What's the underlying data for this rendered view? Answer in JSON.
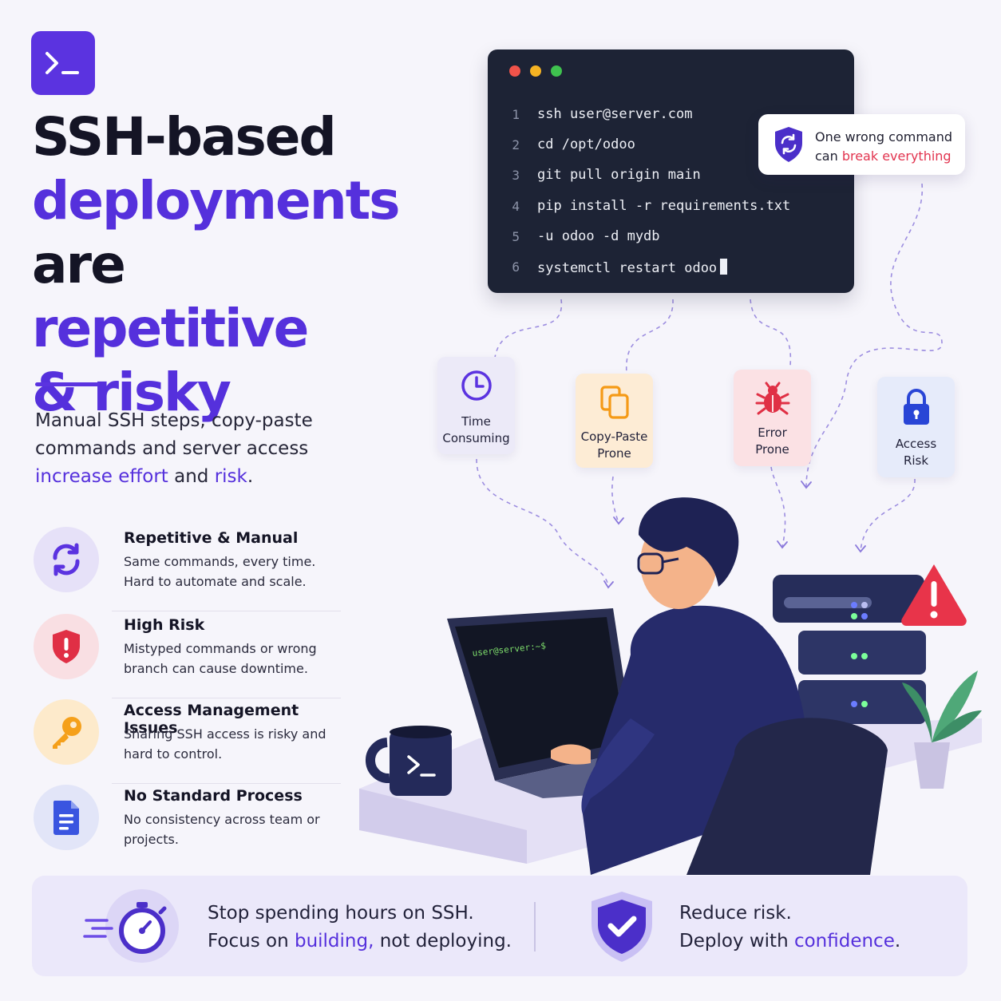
{
  "headline": {
    "line1": "SSH-based",
    "line2": "deployments",
    "line3_a": "are ",
    "line3_b": "repetitive",
    "line4": "& risky"
  },
  "intro": {
    "part1": "Manual SSH steps, copy-paste commands and server access ",
    "hl1": "increase effort",
    "mid": " and ",
    "hl2": "risk",
    "end": "."
  },
  "features": [
    {
      "icon": "refresh-icon",
      "title": "Repetitive & Manual",
      "desc": "Same commands, every time. Hard to automate and scale.",
      "color": "#5b33e0"
    },
    {
      "icon": "shield-alert-icon",
      "title": "High Risk",
      "desc": "Mistyped commands or wrong branch can cause downtime.",
      "color": "#e02f45"
    },
    {
      "icon": "key-icon",
      "title": "Access Management Issues",
      "desc": "Sharing SSH access is risky and hard to control.",
      "color": "#f5a01a"
    },
    {
      "icon": "document-icon",
      "title": "No Standard Process",
      "desc": "No consistency across team or projects.",
      "color": "#3a55e0"
    }
  ],
  "terminal": {
    "lines": [
      {
        "n": "1",
        "cmd": "ssh user@server.com"
      },
      {
        "n": "2",
        "cmd": "cd /opt/odoo"
      },
      {
        "n": "3",
        "cmd": "git pull origin main"
      },
      {
        "n": "4",
        "cmd": "pip install -r requirements.txt"
      },
      {
        "n": "5",
        "cmd": "-u odoo -d mydb"
      },
      {
        "n": "6",
        "cmd": "systemctl restart odoo"
      }
    ]
  },
  "warning": {
    "line1": "One wrong command",
    "prefix": "can ",
    "red": "break everything"
  },
  "risks": [
    {
      "label": "Time\nConsuming",
      "icon": "clock-icon"
    },
    {
      "label": "Copy-Paste\nProne",
      "icon": "copy-icon"
    },
    {
      "label": "Error\nProne",
      "icon": "bug-icon"
    },
    {
      "label": "Access\nRisk",
      "icon": "lock-icon"
    }
  ],
  "laptop_prompt": "user@server:~$",
  "banner": {
    "left_line1": "Stop spending hours on SSH.",
    "left_line2_a": "Focus on ",
    "left_line2_hl": "building,",
    "left_line2_b": " not deploying.",
    "right_line1": "Reduce risk.",
    "right_line2_a": "Deploy with ",
    "right_line2_hl": "confidence",
    "right_line2_b": "."
  },
  "colors": {
    "accent": "#5b33e0",
    "danger": "#e2344f",
    "terminal_bg": "#1d2335"
  }
}
